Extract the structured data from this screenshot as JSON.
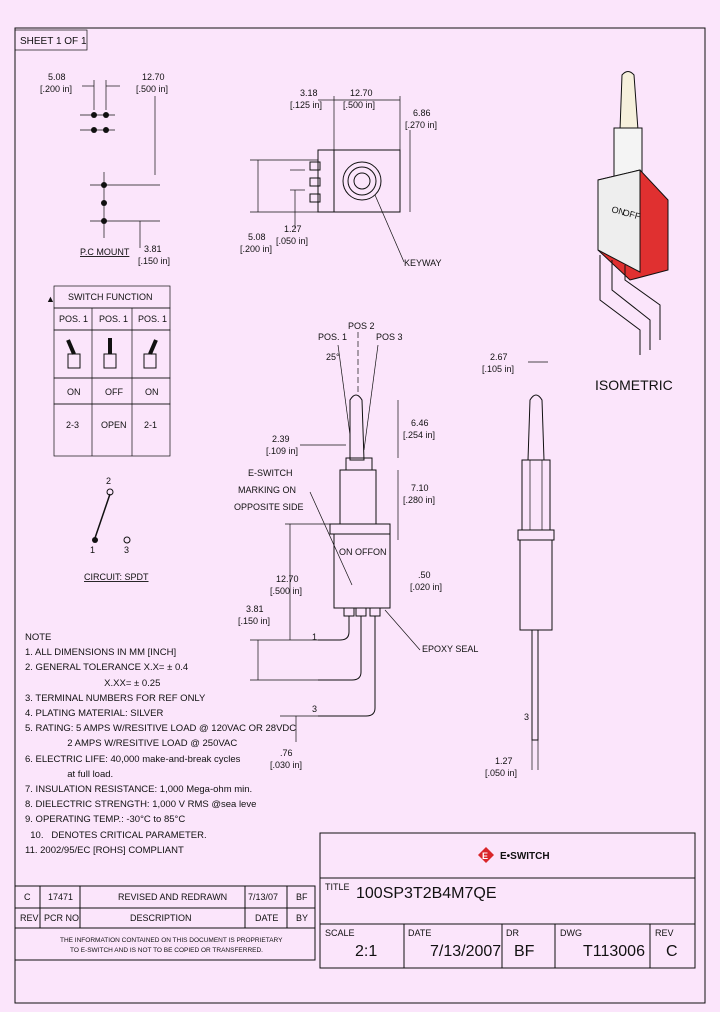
{
  "sheet": "SHEET 1 OF 1",
  "dims": {
    "d508": "5.08",
    "d508_in": "[.200 in]",
    "d1270a": "12.70",
    "d1270a_in": "[.500 in]",
    "d318": "3.18",
    "d318_in": "[.125 in]",
    "d1270b": "12.70",
    "d1270b_in": "[.500 in]",
    "d686": "6.86",
    "d686_in": "[.270 in]",
    "d508b": "5.08",
    "d508b_in": "[.200 in]",
    "d127a": "1.27",
    "d127a_in": "[.050 in]",
    "d381a": "3.81",
    "d381a_in": "[.150 in]",
    "d267": "2.67",
    "d267_in": "[.105 in]",
    "d239": "2.39",
    "d239_in": "[.109 in]",
    "d646": "6.46",
    "d646_in": "[.254 in]",
    "d710": "7.10",
    "d710_in": "[.280 in]",
    "d50": ".50",
    "d50_in": "[.020 in]",
    "d1270c": "12.70",
    "d1270c_in": "[.500 in]",
    "d381b": "3.81",
    "d381b_in": "[.150 in]",
    "d76": ".76",
    "d76_in": "[.030 in]",
    "d127b": "1.27",
    "d127b_in": "[.050 in]",
    "angle": "25°"
  },
  "labels": {
    "pc_mount": "P.C MOUNT",
    "keyway": "KEYWAY",
    "isometric": "ISOMETRIC",
    "pos1": "POS. 1",
    "pos2": "POS 2",
    "pos3": "POS 3",
    "eswitch_marking_1": "E-SWITCH",
    "eswitch_marking_2": "MARKING ON",
    "eswitch_marking_3": "OPPOSITE SIDE",
    "epoxy_seal": "EPOXY SEAL",
    "circuit": "CIRCUIT: SPDT",
    "switch_on1": "ON",
    "switch_off": "OFF",
    "switch_on2": "ON",
    "term1": "1",
    "term2": "2",
    "term3": "3"
  },
  "switch_function": {
    "title": "SWITCH FUNCTION",
    "headers": [
      "POS. 1",
      "POS. 1",
      "POS. 1"
    ],
    "states": [
      "ON",
      "OFF",
      "ON"
    ],
    "connections": [
      "2-3",
      "OPEN",
      "2-1"
    ]
  },
  "notes": [
    "NOTE",
    "  1. ALL DIMENSIONS IN MM [INCH]",
    "  2. GENERAL TOLERANCE  X.X= ± 0.4",
    "                              X.XX= ± 0.25",
    "  3. TERMINAL NUMBERS FOR REF ONLY",
    "  4. PLATING MATERIAL: SILVER",
    "  5. RATING: 5 AMPS W/RESITIVE LOAD @ 120VAC OR 28VDC",
    "                2 AMPS W/RESITIVE LOAD @ 250VAC",
    "  6. ELECTRIC LIFE: 40,000 make-and-break cycles",
    "                at full load.",
    "  7.  INSULATION RESISTANCE: 1,000 Mega-ohm min.",
    "  8. DIELECTRIC STRENGTH: 1,000 V RMS @sea leve",
    "  9. OPERATING TEMP.: -30°C to 85°C",
    "  10.   DENOTES CRITICAL PARAMETER.",
    "  11. 2002/95/EC [ROHS] COMPLIANT"
  ],
  "revision_block": {
    "rev": "C",
    "pcr": "17471",
    "description": "REVISED AND REDRAWN",
    "date": "7/13/07",
    "by": "BF",
    "h_rev": "REV",
    "h_pcr": "PCR NO",
    "h_desc": "DESCRIPTION",
    "h_date": "DATE",
    "h_by": "BY"
  },
  "disclaimer_1": "THE INFORMATION CONTAINED ON THIS DOCUMENT IS PROPRIETARY",
  "disclaimer_2": "TO E-SWITCH AND IS NOT TO BE COPIED OR TRANSFERRED.",
  "title_block": {
    "brand": "E•SWITCH",
    "title_label": "TITLE",
    "title": "100SP3T2B4M7QE",
    "scale_label": "SCALE",
    "scale": "2:1",
    "date_label": "DATE",
    "date": "7/13/2007",
    "dr_label": "DR",
    "dr": "BF",
    "dwg_label": "DWG",
    "dwg": "T113006",
    "rev_label": "REV",
    "rev": "C"
  },
  "colors": {
    "background": "#fbe5fb",
    "accent_red": "#e03030",
    "logo_red": "#d9262a"
  }
}
